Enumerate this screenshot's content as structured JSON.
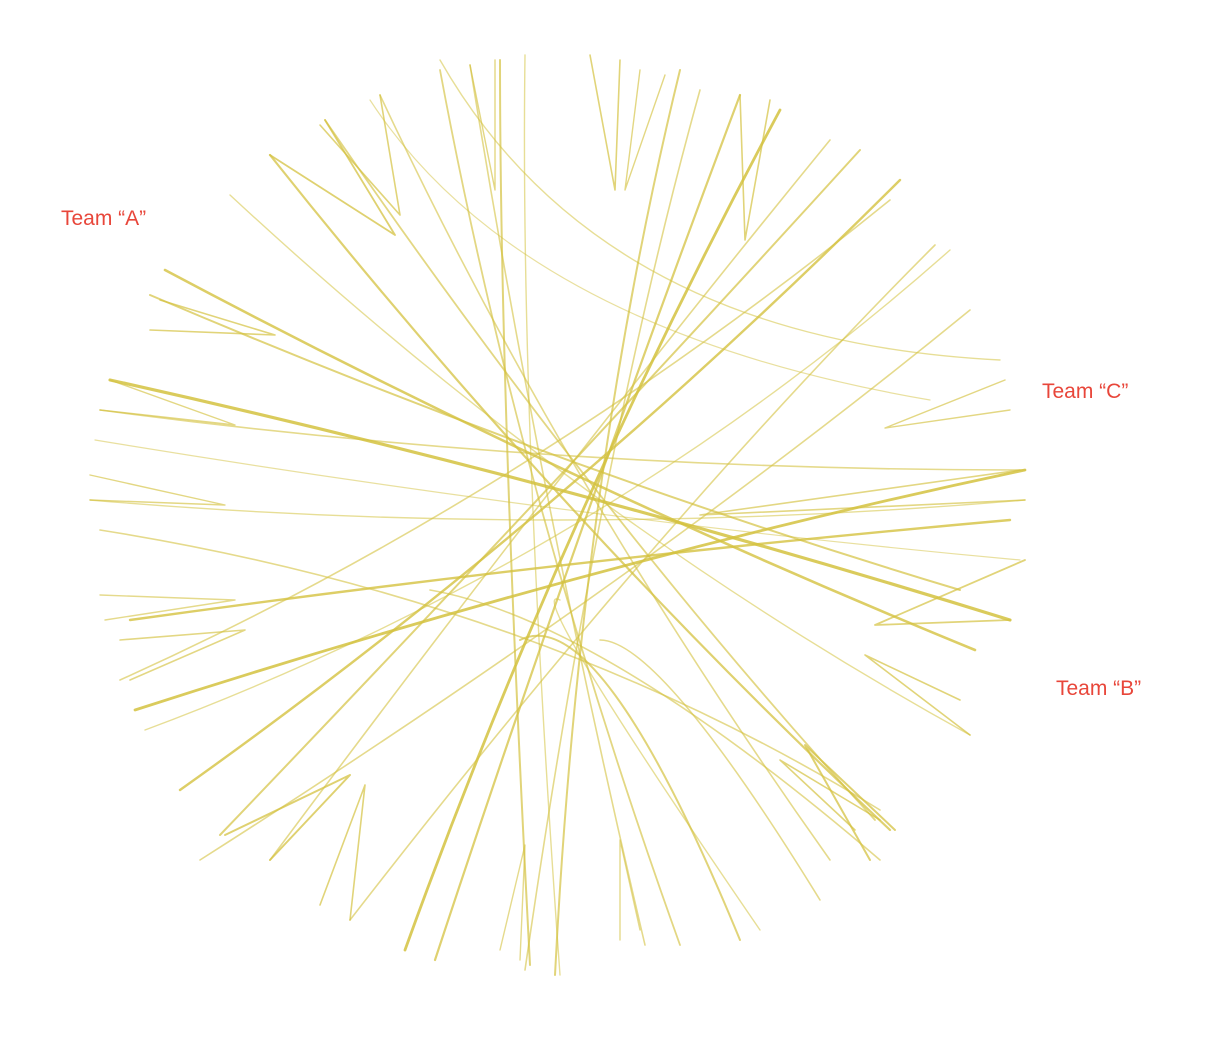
{
  "labels": {
    "team_a": "Team “A”",
    "team_b": "Team “B”",
    "team_c": "Team “C”"
  },
  "colors": {
    "edge": "#d4c240",
    "label": "#e8463a",
    "background": "#ffffff"
  }
}
